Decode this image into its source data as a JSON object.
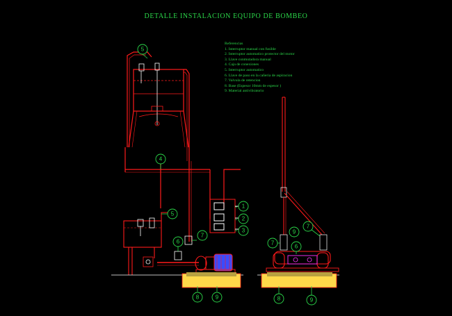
{
  "title": "DETALLE INSTALACION EQUIPO DE BOMBEO",
  "references": {
    "heading": "Referencias",
    "items": [
      "1. Interruptor manual con fusible",
      "2. Interruptor automatico protector del motor",
      "3. Llave conmutadora manual",
      "4. Caja de conexiones",
      "5. Interruptor automatico",
      "6. Llave de paso en la cañeria de aspiracion",
      "7. Valvula de retencion",
      "8. Base (Espesor 10mm de espesor )",
      "9. Material antivibratorio"
    ]
  },
  "callouts": {
    "c1": "1",
    "c2": "2",
    "c3": "3",
    "c4": "4",
    "c5a": "5",
    "c5b": "5",
    "c6a": "6",
    "c6b": "6",
    "c7a": "7",
    "c7b": "7",
    "c7c": "7",
    "c8a": "8",
    "c8b": "8",
    "c9a": "9",
    "c9b": "9",
    "c9c": "9"
  },
  "colors": {
    "pipe": "#ff1a1a",
    "label": "#2bd94a",
    "base": "#ffd84a",
    "motor": "#3a4bff",
    "white": "#ffffff",
    "magenta": "#ff33ff"
  }
}
